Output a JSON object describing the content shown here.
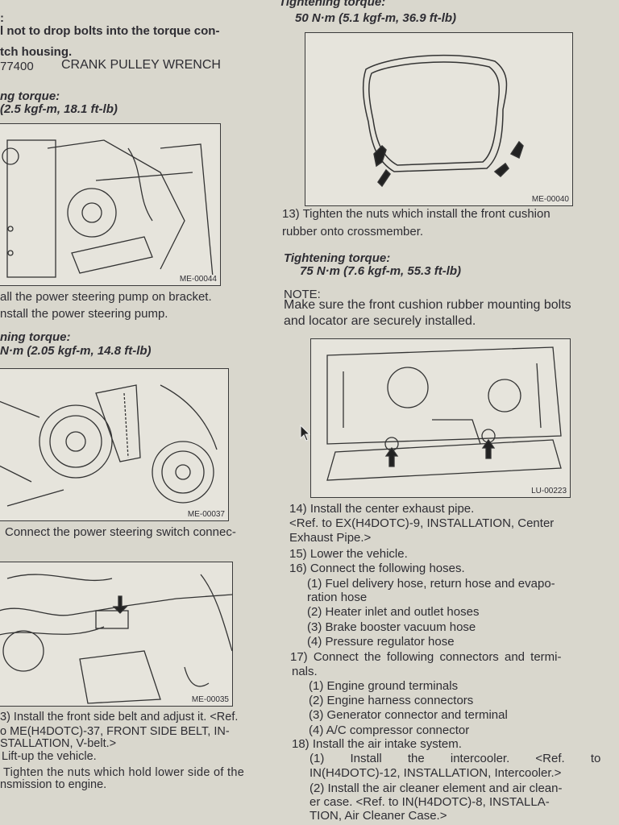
{
  "left_column": {
    "lines": [
      ":",
      "l not to drop bolts into the torque con-",
      "tch housing.",
      "77400",
      "CRANK PULLEY WRENCH",
      "ng torque:",
      "(2.5 kgf-m, 18.1 ft-lb)",
      "all the power steering pump on bracket.",
      "nstall the power steering pump.",
      "ning torque:",
      "N·m (2.05 kgf-m, 14.8 ft-lb)",
      "Connect the power steering switch connec-",
      "3) Install the front side belt and adjust it. <Ref.",
      "o ME(H4DOTC)-37, FRONT SIDE BELT, IN-",
      "STALLATION, V-belt.>",
      "Lift-up the vehicle.",
      "Tighten the nuts which hold lower side of the",
      "nsmission to engine."
    ],
    "figures": [
      "ME-00044",
      "ME-00037",
      "ME-00035"
    ]
  },
  "right_column": {
    "lines": [
      "Tightening torque:",
      "50 N·m (5.1 kgf-m, 36.9 ft-lb)",
      "13) Tighten the nuts which install the front cushion",
      "rubber onto crossmember.",
      "Tightening torque:",
      "75 N·m (7.6 kgf-m, 55.3 ft-lb)",
      "NOTE:",
      "Make sure the front cushion rubber mounting bolts",
      "and locator are securely installed.",
      "14) Install the center exhaust pipe.",
      "<Ref. to EX(H4DOTC)-9, INSTALLATION, Center",
      "Exhaust Pipe.>",
      "15) Lower the vehicle.",
      "16) Connect the following hoses.",
      "(1) Fuel delivery hose, return hose and evapo-",
      "ration hose",
      "(2) Heater inlet and outlet hoses",
      "(3) Brake booster vacuum hose",
      "(4) Pressure regulator hose",
      "17) Connect the following connectors and termi-",
      "nals.",
      "(1) Engine ground terminals",
      "(2) Engine harness connectors",
      "(3) Generator connector and terminal",
      "(4) A/C compressor connector",
      "18) Install the air intake system.",
      "(1) Install the intercooler. <Ref. to",
      "IN(H4DOTC)-12, INSTALLATION, Intercooler.>",
      "(2) Install the air cleaner element and air clean-",
      "er case. <Ref. to IN(H4DOTC)-8, INSTALLA-",
      "TION, Air Cleaner Case.>"
    ],
    "figures": [
      "ME-00040",
      "LU-00223"
    ]
  },
  "icons": {
    "cursor": "mouse-pointer-icon"
  }
}
